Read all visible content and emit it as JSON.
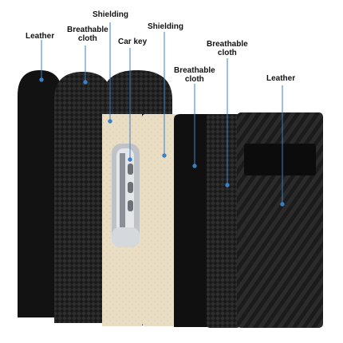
{
  "labels": {
    "leather_left": "Leather",
    "breathable_left_1": "Breathable",
    "breathable_left_2": "cloth",
    "shielding_left": "Shielding",
    "car_key": "Car key",
    "shielding_right": "Shielding",
    "breathable_mid_1": "Breathable",
    "breathable_mid_2": "cloth",
    "breathable_right_1": "Breathable",
    "breathable_right_2": "cloth",
    "leather_right": "Leather"
  },
  "colors": {
    "leather_black": "#111111",
    "carbon_black": "#1c1c1c",
    "shielding_beige": "#e8dcc3",
    "pointer_blue": "#3b7fc4"
  }
}
